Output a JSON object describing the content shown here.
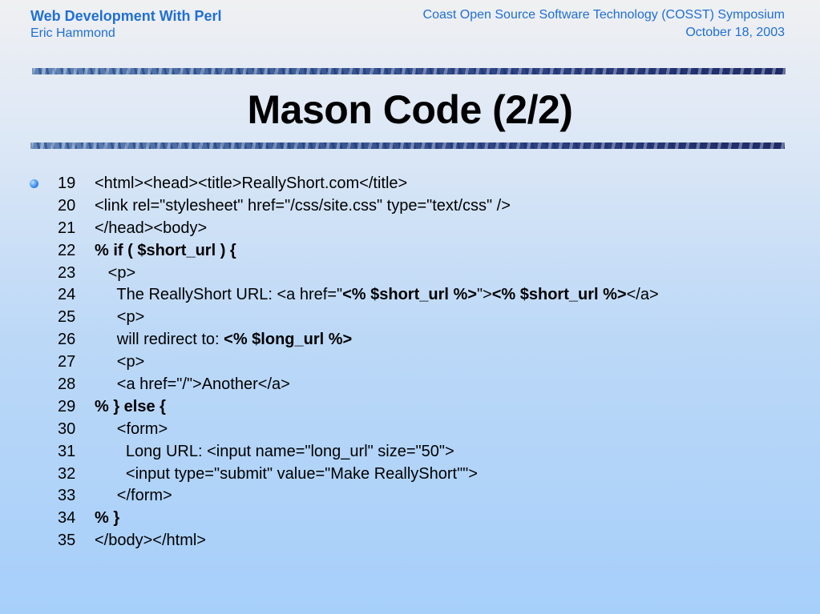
{
  "header": {
    "presentation_title": "Web Development With Perl",
    "author": "Eric Hammond",
    "event": "Coast Open Source Software Technology (COSST) Symposium",
    "date": "October 18, 2003"
  },
  "slide": {
    "title": "Mason Code (2/2)"
  },
  "code_lines": [
    {
      "num": "19",
      "segments": [
        {
          "text": "<html><head><title>ReallyShort.com</title>",
          "bold": false
        }
      ]
    },
    {
      "num": "20",
      "segments": [
        {
          "text": "<link rel=\"stylesheet\" href=\"/css/site.css\" type=\"text/css\" />",
          "bold": false
        }
      ]
    },
    {
      "num": "21",
      "segments": [
        {
          "text": "</head><body>",
          "bold": false
        }
      ]
    },
    {
      "num": "22",
      "segments": [
        {
          "text": "% if ( $short_url ) {",
          "bold": true
        }
      ]
    },
    {
      "num": "23",
      "segments": [
        {
          "text": "   <p>",
          "bold": false
        }
      ]
    },
    {
      "num": "24",
      "segments": [
        {
          "text": "     The ReallyShort URL: <a href=\"",
          "bold": false
        },
        {
          "text": "<% $short_url %>",
          "bold": true
        },
        {
          "text": "\">",
          "bold": false
        },
        {
          "text": "<% $short_url %>",
          "bold": true
        },
        {
          "text": "</a>",
          "bold": false
        }
      ]
    },
    {
      "num": "25",
      "segments": [
        {
          "text": "     <p>",
          "bold": false
        }
      ]
    },
    {
      "num": "26",
      "segments": [
        {
          "text": "     will redirect to: ",
          "bold": false
        },
        {
          "text": "<% $long_url %>",
          "bold": true
        }
      ]
    },
    {
      "num": "27",
      "segments": [
        {
          "text": "     <p>",
          "bold": false
        }
      ]
    },
    {
      "num": "28",
      "segments": [
        {
          "text": "     <a href=\"/\">Another</a>",
          "bold": false
        }
      ]
    },
    {
      "num": "29",
      "segments": [
        {
          "text": "% } else {",
          "bold": true
        }
      ]
    },
    {
      "num": "30",
      "segments": [
        {
          "text": "     <form>",
          "bold": false
        }
      ]
    },
    {
      "num": "31",
      "segments": [
        {
          "text": "       Long URL: <input name=\"long_url\" size=\"50\">",
          "bold": false
        }
      ]
    },
    {
      "num": "32",
      "segments": [
        {
          "text": "       <input type=\"submit\" value=\"Make ReallyShort\"\">",
          "bold": false
        }
      ]
    },
    {
      "num": "33",
      "segments": [
        {
          "text": "     </form>",
          "bold": false
        }
      ]
    },
    {
      "num": "34",
      "segments": [
        {
          "text": "% }",
          "bold": true
        }
      ]
    },
    {
      "num": "35",
      "segments": [
        {
          "text": "</body></html>",
          "bold": false
        }
      ]
    }
  ]
}
